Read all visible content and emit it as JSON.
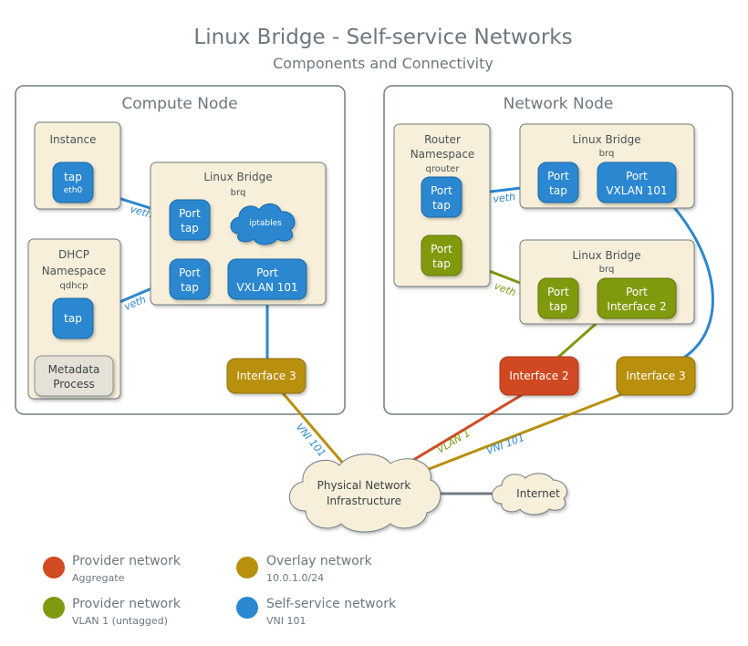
{
  "title": "Linux Bridge - Self-service Networks",
  "subtitle": "Components and Connectivity",
  "colors": {
    "provider_aggregate": "#d04a22",
    "provider_vlan": "#7f9a0e",
    "overlay": "#b8900c",
    "self_service": "#2b87d0",
    "box_fill": "#f7efd9",
    "border": "#6f7b83"
  },
  "compute_node": {
    "title": "Compute Node",
    "instance": {
      "title": "Instance",
      "tap_label": "tap",
      "tap_sub": "eth0"
    },
    "dhcp": {
      "title_line1": "DHCP",
      "title_line2": "Namespace",
      "sub": "qdhcp",
      "tap_label": "tap",
      "metadata_line1": "Metadata",
      "metadata_line2": "Process"
    },
    "bridge": {
      "title": "Linux Bridge",
      "sub": "brq",
      "port1_line1": "Port",
      "port1_line2": "tap",
      "port2_line1": "Port",
      "port2_line2": "tap",
      "vxlan_line1": "Port",
      "vxlan_line2": "VXLAN 101",
      "iptables": "iptables"
    },
    "interface": "Interface 3",
    "veth1": "veth",
    "veth2": "veth"
  },
  "network_node": {
    "title": "Network Node",
    "router": {
      "title_line1": "Router",
      "title_line2": "Namespace",
      "sub": "qrouter",
      "port1_line1": "Port",
      "port1_line2": "tap",
      "port2_line1": "Port",
      "port2_line2": "tap"
    },
    "bridge1": {
      "title": "Linux Bridge",
      "sub": "brq",
      "port_line1": "Port",
      "port_line2": "tap",
      "vxlan_line1": "Port",
      "vxlan_line2": "VXLAN 101"
    },
    "bridge2": {
      "title": "Linux Bridge",
      "sub": "brq",
      "port_line1": "Port",
      "port_line2": "tap",
      "iface_line1": "Port",
      "iface_line2": "Interface 2"
    },
    "interface2": "Interface 2",
    "interface3": "Interface 3",
    "veth1": "veth",
    "veth2": "veth"
  },
  "physical": {
    "line1": "Physical Network",
    "line2": "Infrastructure"
  },
  "internet": "Internet",
  "link_labels": {
    "vni_left": "VNI 101",
    "vlan": "VLAN 1",
    "vni_right": "VNI 101"
  },
  "legend": [
    {
      "title": "Provider network",
      "sub": "Aggregate",
      "color": "#d04a22"
    },
    {
      "title": "Overlay network",
      "sub": "10.0.1.0/24",
      "color": "#b8900c"
    },
    {
      "title": "Provider network",
      "sub": "VLAN 1 (untagged)",
      "color": "#7f9a0e"
    },
    {
      "title": "Self-service network",
      "sub": "VNI 101",
      "color": "#2b87d0"
    }
  ]
}
